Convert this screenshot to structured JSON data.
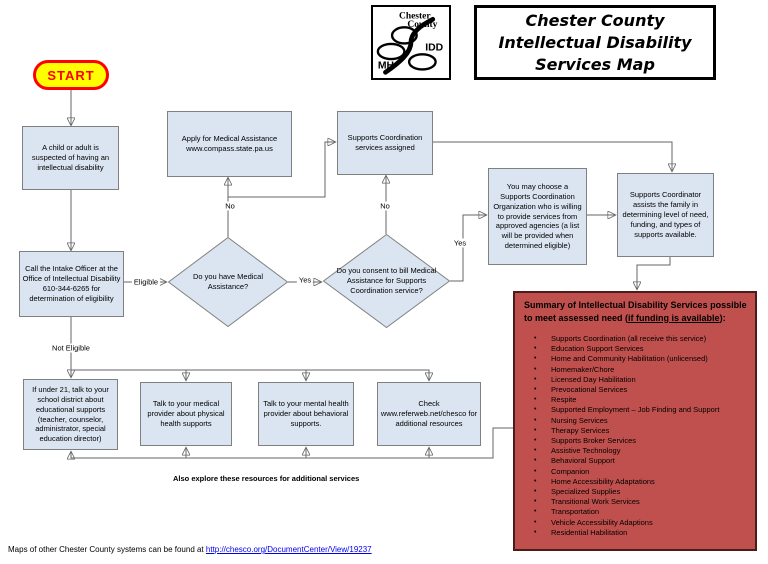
{
  "header": {
    "logo": {
      "county_line1": "Chester",
      "county_line2": "County",
      "idd": "IDD",
      "mh": "MH"
    },
    "title_lines": [
      "Chester County",
      "Intellectual Disability",
      "Services Map"
    ]
  },
  "nodes": {
    "start": "START",
    "suspected": "A child or adult is suspected of having an intellectual disability",
    "apply_ma": "Apply for Medical Assistance www.compass.state.pa.us",
    "sc_assigned": "Supports Coordination services assigned",
    "intake": "Call the Intake Officer at the Office of Intellectual Disability 610-344-6265 for determination of eligibility",
    "have_ma": "Do you have Medical Assistance?",
    "consent": "Do you consent to bill Medical Assistance for Supports Coordination service?",
    "choose_sco": "You may choose a Supports Coordination Organization who is willing to provide services from approved agencies (a list will be provided when determined eligible)",
    "sc_assists": "Supports Coordinator assists the family in determining level of need, funding, and types of supports available.",
    "school": "If under 21, talk to your school district about educational supports (teacher, counselor, administrator, special education director)",
    "medical": "Talk to your medical provider about physical health supports",
    "mental": "Talk to your mental health provider about behavioral supports.",
    "referweb": "Check www.referweb.net/chesco for additional resources"
  },
  "edge_labels": {
    "eligible": "Eligible",
    "not_eligible": "Not Eligible",
    "no_ma": "No",
    "yes_ma": "Yes",
    "no_consent": "No",
    "yes_consent": "Yes"
  },
  "summary": {
    "title_prefix": "Summary of Intellectual Disability Services possible to meet assessed need (",
    "title_underline": "if funding is available",
    "title_suffix": "):",
    "bullet_icon": "•",
    "items": [
      "Supports Coordination (all receive this service)",
      "Education Support Services",
      "Home and Community Habilitation (unlicensed)",
      "Homemaker/Chore",
      "Licensed Day Habilitation",
      "Prevocational Services",
      "Respite",
      "Supported Employment – Job Finding and Support",
      "Nursing Services",
      "Therapy Services",
      "Supports Broker Services",
      "Assistive Technology",
      "Behavioral Support",
      "Companion",
      "Home Accessibility Adaptations",
      "Specialized Supplies",
      "Transitional Work Services",
      "Transportation",
      "Vehicle Accessibility Adaptions",
      "Residential Habilitation"
    ]
  },
  "notes": {
    "explore": "Also explore these resources for additional services"
  },
  "footer": {
    "text": "Maps of other Chester County systems can be found at ",
    "link": "http://chesco.org/DocumentCenter/View/19237"
  },
  "colors": {
    "node_fill": "#dbe5f1",
    "node_border": "#808080",
    "summary_fill": "#C0504D",
    "summary_border": "#4a1d1a",
    "start_fill": "#ffff00",
    "start_border": "#ff0000",
    "edge": "#666666",
    "link": "#0000EE"
  }
}
